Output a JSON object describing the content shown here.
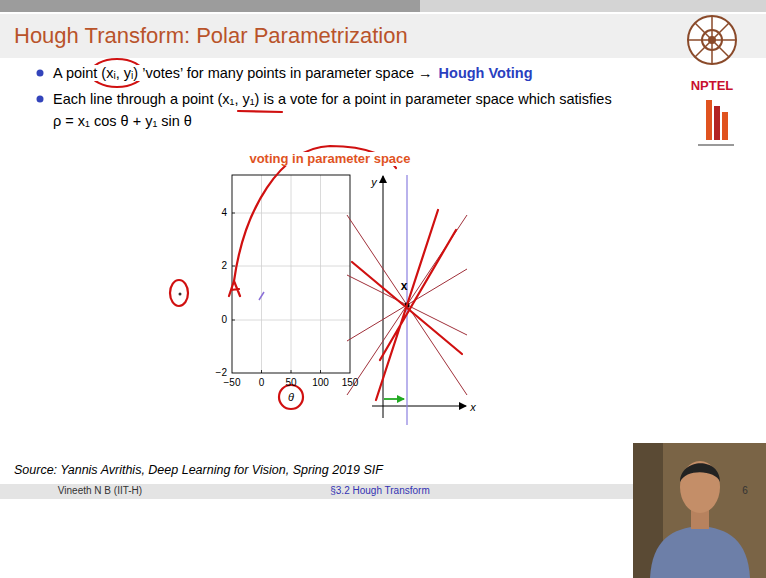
{
  "diagram": {
    "title": "Hough Transform: Polar Parametrization",
    "labels": [
      "A point (xᵢ, yᵢ) ’votes’ for many points in parameter space →",
      "Hough Voting",
      "Each line through a point (x₁, y₁) is a vote for a point in parameter space which satisfies",
      "ρ = x₁ cos θ + y₁ sin θ",
      "voting in parameter space",
      "4",
      "2",
      "0",
      "−2",
      "−50",
      "0",
      "50",
      "100",
      "150",
      "θ",
      "y",
      "x",
      "x",
      "Source: Yannis Avrithis, Deep Learning for Vision, Spring 2019 SIF",
      "Vineeth N B (IIT-H)",
      "§3.2 Hough Transform",
      "6",
      "NPTEL"
    ]
  }
}
